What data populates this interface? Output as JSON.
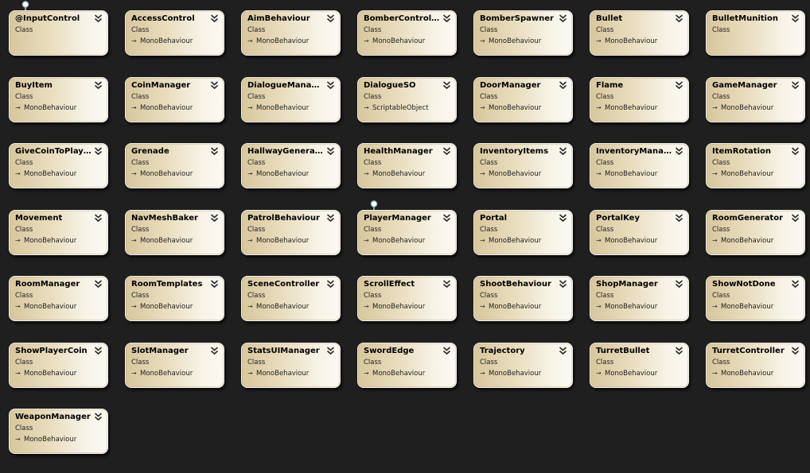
{
  "diagram": {
    "kind_label": "Class",
    "arrow_icon": "inherits-arrow-icon",
    "collapse_icon": "double-chevron-icon",
    "colors": {
      "background": "#1f1f1f",
      "card_left": "#d8c79d",
      "card_right": "#fbf9f3",
      "border": "#f4f1ea"
    },
    "classes": [
      {
        "name": "@InputControl",
        "kind": "Class",
        "base": "",
        "interface": true
      },
      {
        "name": "AccessControl",
        "kind": "Class",
        "base": "MonoBehaviour"
      },
      {
        "name": "AimBehaviour",
        "kind": "Class",
        "base": "MonoBehaviour"
      },
      {
        "name": "BomberController",
        "kind": "Class",
        "base": "MonoBehaviour"
      },
      {
        "name": "BomberSpawner",
        "kind": "Class",
        "base": "MonoBehaviour"
      },
      {
        "name": "Bullet",
        "kind": "Class",
        "base": "MonoBehaviour"
      },
      {
        "name": "BulletMunition",
        "kind": "Class",
        "base": ""
      },
      {
        "name": "BuyItem",
        "kind": "Class",
        "base": "MonoBehaviour"
      },
      {
        "name": "CoinManager",
        "kind": "Class",
        "base": "MonoBehaviour"
      },
      {
        "name": "DialogueManager",
        "kind": "Class",
        "base": "MonoBehaviour"
      },
      {
        "name": "DialogueSO",
        "kind": "Class",
        "base": "ScriptableObject"
      },
      {
        "name": "DoorManager",
        "kind": "Class",
        "base": "MonoBehaviour"
      },
      {
        "name": "Flame",
        "kind": "Class",
        "base": "MonoBehaviour"
      },
      {
        "name": "GameManager",
        "kind": "Class",
        "base": "MonoBehaviour"
      },
      {
        "name": "GiveCoinToPlayer",
        "kind": "Class",
        "base": "MonoBehaviour"
      },
      {
        "name": "Grenade",
        "kind": "Class",
        "base": "MonoBehaviour"
      },
      {
        "name": "HallwayGenerator",
        "kind": "Class",
        "base": "MonoBehaviour"
      },
      {
        "name": "HealthManager",
        "kind": "Class",
        "base": "MonoBehaviour"
      },
      {
        "name": "InventoryItems",
        "kind": "Class",
        "base": "MonoBehaviour"
      },
      {
        "name": "InventoryMana...",
        "kind": "Class",
        "base": "MonoBehaviour"
      },
      {
        "name": "ItemRotation",
        "kind": "Class",
        "base": "MonoBehaviour"
      },
      {
        "name": "Movement",
        "kind": "Class",
        "base": "MonoBehaviour"
      },
      {
        "name": "NavMeshBaker",
        "kind": "Class",
        "base": "MonoBehaviour"
      },
      {
        "name": "PatrolBehaviour",
        "kind": "Class",
        "base": "MonoBehaviour"
      },
      {
        "name": "PlayerManager",
        "kind": "Class",
        "base": "MonoBehaviour",
        "interface": true
      },
      {
        "name": "Portal",
        "kind": "Class",
        "base": "MonoBehaviour"
      },
      {
        "name": "PortalKey",
        "kind": "Class",
        "base": "MonoBehaviour"
      },
      {
        "name": "RoomGenerator",
        "kind": "Class",
        "base": "MonoBehaviour"
      },
      {
        "name": "RoomManager",
        "kind": "Class",
        "base": "MonoBehaviour"
      },
      {
        "name": "RoomTemplates",
        "kind": "Class",
        "base": "MonoBehaviour"
      },
      {
        "name": "SceneController",
        "kind": "Class",
        "base": "MonoBehaviour"
      },
      {
        "name": "ScrollEffect",
        "kind": "Class",
        "base": "MonoBehaviour"
      },
      {
        "name": "ShootBehaviour",
        "kind": "Class",
        "base": "MonoBehaviour"
      },
      {
        "name": "ShopManager",
        "kind": "Class",
        "base": "MonoBehaviour"
      },
      {
        "name": "ShowNotDone",
        "kind": "Class",
        "base": "MonoBehaviour"
      },
      {
        "name": "ShowPlayerCoin",
        "kind": "Class",
        "base": "MonoBehaviour"
      },
      {
        "name": "SlotManager",
        "kind": "Class",
        "base": "MonoBehaviour"
      },
      {
        "name": "StatsUIManager",
        "kind": "Class",
        "base": "MonoBehaviour"
      },
      {
        "name": "SwordEdge",
        "kind": "Class",
        "base": "MonoBehaviour"
      },
      {
        "name": "Trajectory",
        "kind": "Class",
        "base": "MonoBehaviour"
      },
      {
        "name": "TurretBullet",
        "kind": "Class",
        "base": "MonoBehaviour"
      },
      {
        "name": "TurretController",
        "kind": "Class",
        "base": "MonoBehaviour"
      },
      {
        "name": "WeaponManager",
        "kind": "Class",
        "base": "MonoBehaviour"
      }
    ]
  }
}
